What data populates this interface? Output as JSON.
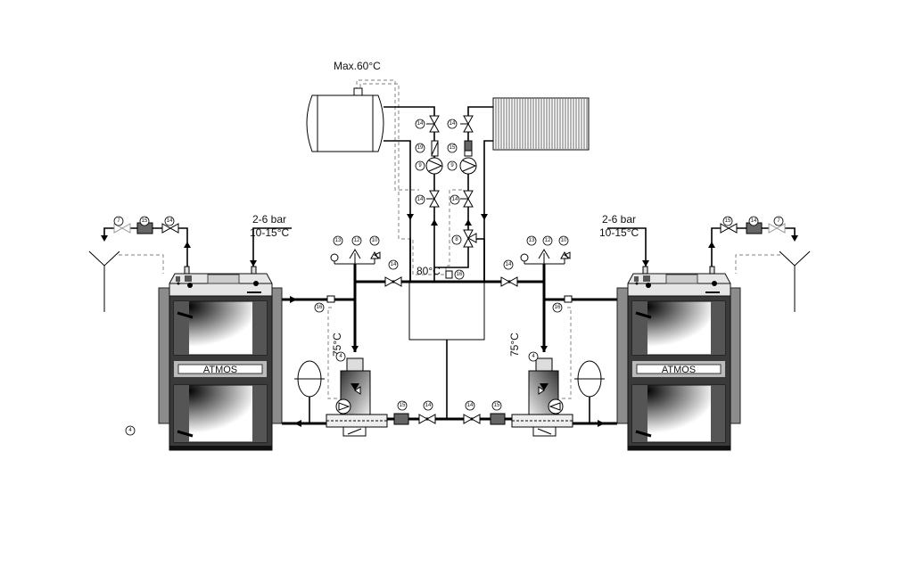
{
  "labels": {
    "max_temp": "Max.60°C",
    "buffer_temp": "80°C",
    "left_pressure": "2-6 bar",
    "left_inlet_temp": "10-15°C",
    "right_pressure": "2-6 bar",
    "right_inlet_temp": "10-15°C",
    "left_return_temp": "75°C",
    "right_return_temp": "75°C",
    "left_brand": "ATMOS",
    "right_brand": "ATMOS"
  },
  "markers": [
    "14",
    "14",
    "19",
    "15",
    "9",
    "9",
    "14",
    "14",
    "8",
    "16",
    "13",
    "12",
    "10",
    "14",
    "16",
    "4",
    "7",
    "15",
    "14",
    "4",
    "15",
    "14",
    "13",
    "12",
    "10",
    "14",
    "16",
    "4",
    "15",
    "14",
    "7",
    "14",
    "15"
  ],
  "colors": {
    "line": "#000000",
    "sensor_dash": "#999999",
    "boiler_side": "#8c8c8c",
    "boiler_body": "#3a3a3a"
  }
}
